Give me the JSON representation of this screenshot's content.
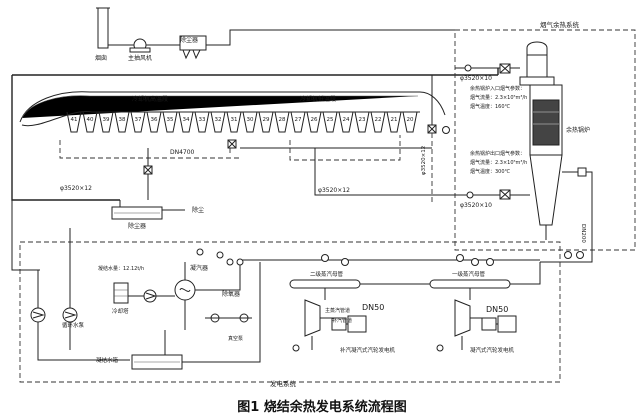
{
  "figure": {
    "caption": "图1   烧结余热发电系统流程图"
  },
  "labels": {
    "chimney": "烟囱",
    "main_fan": "主抽风机",
    "precipitator": "除尘器",
    "exhaust_system": "烟气余热系统",
    "cooler_high": "冷却机高温段",
    "cooler_low": "冷却机低温段",
    "dn4700": "DN4700",
    "pipe_top": "φ3520×10",
    "pipe_mid": "φ3520×12",
    "pipe_bottom": "φ3520×12",
    "pipe_left": "φ3520×12",
    "pipe_right": "φ3520×10",
    "waste_boiler": "余热锅炉",
    "boiler_param1": "余热锅炉入口烟气参数：",
    "boiler_param2": "烟气流量：2.3×10⁵m³/h",
    "boiler_param3": "烟气温度：160℃",
    "boiler_param4": "余热锅炉出口烟气参数：",
    "boiler_param5": "烟气流量：2.3×10⁵m³/h",
    "boiler_param6": "烟气温度：300℃",
    "pipe_vertical": "DN200",
    "fan_dust": "除尘",
    "mixing_tank": "除尘器",
    "condenser_water": "凝结水量：12.12t/h",
    "cooling_tower": "冷却塔",
    "condenser": "凝汽器",
    "deaerator": "除氧器",
    "hp_header": "二级蒸汽母管",
    "lp_header": "一级蒸汽母管",
    "turbine1_dn": "DN50",
    "turbine2_dn": "DN50",
    "turbine1_label": "补汽凝汽式汽轮发电机",
    "turbine2_label": "凝汽式汽轮发电机",
    "steam1": "主蒸汽管道",
    "steam2": "补汽管道",
    "pump_label": "循环水泵",
    "hot_well": "凝结水箱",
    "power_system": "发电系统",
    "level_gauge": "真空泵"
  },
  "cooler_numbers": [
    "41",
    "40",
    "39",
    "38",
    "37",
    "36",
    "35",
    "34",
    "33",
    "32",
    "31",
    "30",
    "29",
    "28",
    "27",
    "26",
    "25",
    "24",
    "23",
    "22",
    "21",
    "20"
  ]
}
